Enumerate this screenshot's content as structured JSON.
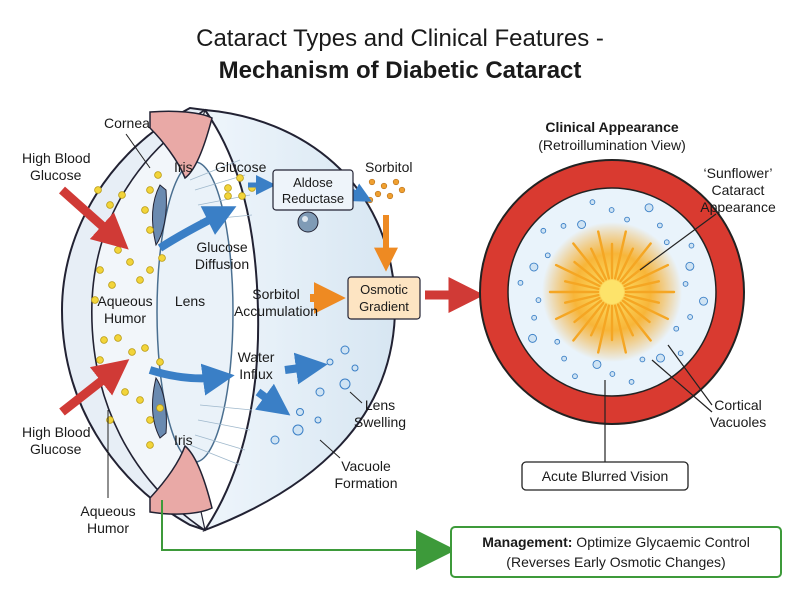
{
  "title": {
    "line1": "Cataract Types and Clinical Features -",
    "line2": "Mechanism of Diabetic Cataract"
  },
  "eye_labels": {
    "cornea": "Cornea",
    "iris_top": "Iris",
    "iris_bottom": "Iris",
    "glucose": "Glucose",
    "sorbitol": "Sorbitol",
    "aldose_reductase_1": "Aldose",
    "aldose_reductase_2": "Reductase",
    "high_blood_glucose_top_1": "High Blood",
    "high_blood_glucose_top_2": "Glucose",
    "high_blood_glucose_bottom_1": "High Blood",
    "high_blood_glucose_bottom_2": "Glucose",
    "glucose_diffusion_1": "Glucose",
    "glucose_diffusion_2": "Diffusion",
    "aqueous_humor_inside_1": "Aqueous",
    "aqueous_humor_inside_2": "Humor",
    "lens": "Lens",
    "sorbitol_accumulation_1": "Sorbitol",
    "sorbitol_accumulation_2": "Accumulation",
    "osmotic_gradient_1": "Osmotic",
    "osmotic_gradient_2": "Gradient",
    "water_influx_1": "Water",
    "water_influx_2": "Influx",
    "lens_swelling_1": "Lens",
    "lens_swelling_2": "Swelling",
    "vacuole_formation_1": "Vacuole",
    "vacuole_formation_2": "Formation",
    "aqueous_humor_outside_1": "Aqueous",
    "aqueous_humor_outside_2": "Humor"
  },
  "clinical": {
    "header": "Clinical Appearance",
    "subheader": "(Retroillumination View)",
    "sunflower_1": "‘Sunflower’",
    "sunflower_2": "Cataract",
    "sunflower_3": "Appearance",
    "cortical_1": "Cortical",
    "cortical_2": "Vacuoles",
    "blurred_vision": "Acute Blurred Vision"
  },
  "management": {
    "bold": "Management:",
    "text": " Optimize Glycaemic Control",
    "line2": "(Reverses Early Osmotic Changes)"
  },
  "colors": {
    "glucose_dot": "#f2d43a",
    "sorbitol_dot": "#f0a030",
    "arrow_red": "#d03a36",
    "arrow_blue": "#3a7fc6",
    "arrow_orange": "#ee8a22",
    "arrow_green": "#3d9a3a",
    "iris": "#e9a9a6",
    "lens_fill": "#e6f0f8",
    "retro_ring": "#d93a30",
    "retro_inner": "#e9f3fb",
    "sunflower": "#f5a623"
  }
}
